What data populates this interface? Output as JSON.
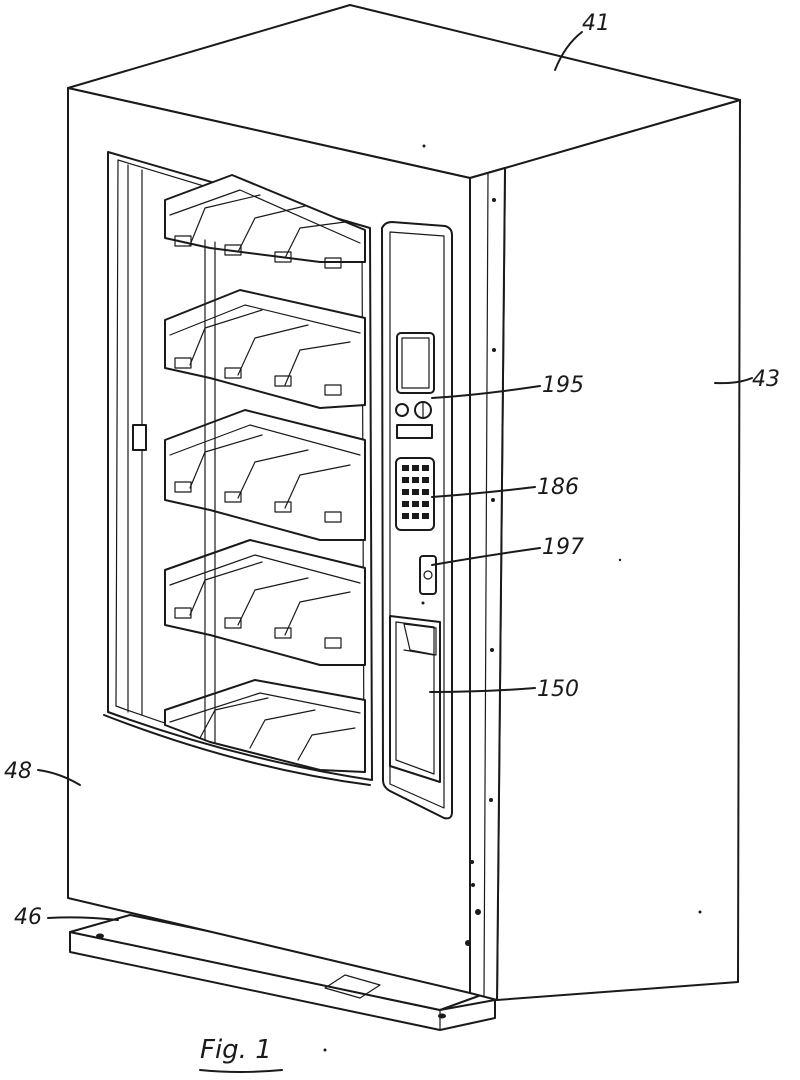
{
  "figure": {
    "caption": "Fig. 1"
  },
  "reference_numerals": {
    "top": "41",
    "side": "43",
    "door": "48",
    "base": "46",
    "display": "195",
    "keypad": "186",
    "card_slot": "197",
    "delivery_port": "150"
  }
}
